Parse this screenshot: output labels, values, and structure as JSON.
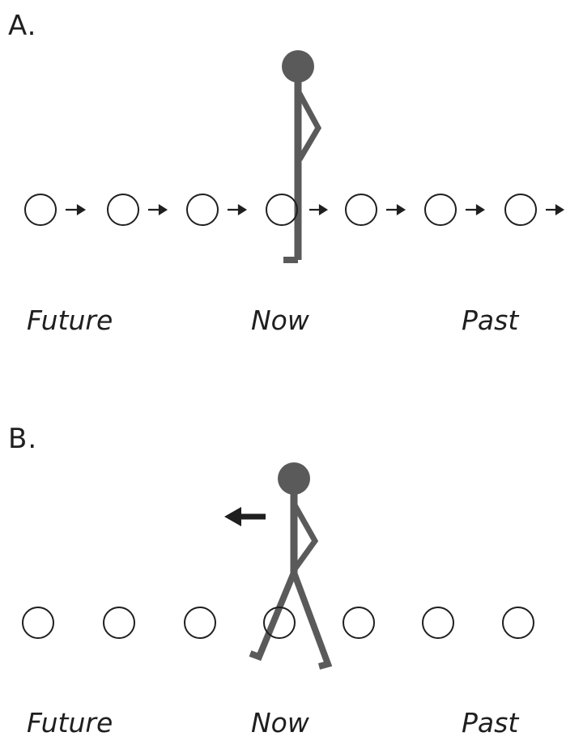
{
  "panels": [
    {
      "label": "A.",
      "timeline_labels": {
        "future": "Future",
        "now": "Now",
        "past": "Past"
      },
      "event_count": 7,
      "arrows_between_events": true
    },
    {
      "label": "B.",
      "timeline_labels": {
        "future": "Future",
        "now": "Now",
        "past": "Past"
      },
      "event_count": 7,
      "arrows_between_events": false
    }
  ],
  "colors": {
    "figure": "#5a5a5a",
    "outline": "#1f1f1f",
    "background": "#ffffff"
  }
}
